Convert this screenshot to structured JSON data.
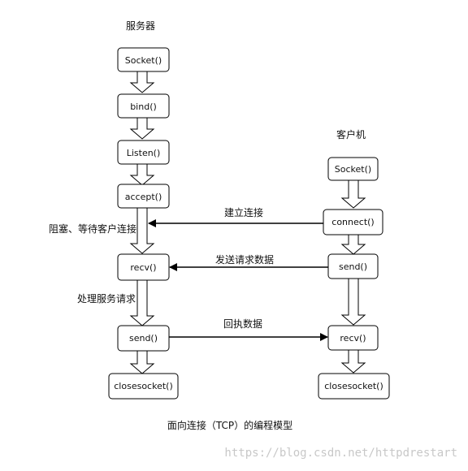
{
  "headers": {
    "server": "服务器",
    "client": "客户机"
  },
  "server_boxes": {
    "socket": "Socket()",
    "bind": "bind()",
    "listen": "Listen()",
    "accept": "accept()",
    "recv": "recv()",
    "send": "send()",
    "closesocket": "closesocket()"
  },
  "client_boxes": {
    "socket": "Socket()",
    "connect": "connect()",
    "send": "send()",
    "recv": "recv()",
    "closesocket": "closesocket()"
  },
  "labels": {
    "establish": "建立连接",
    "send_request": "发送请求数据",
    "reply": "回执数据",
    "blocking": "阻塞、等待客户连接",
    "process": "处理服务请求"
  },
  "caption": "面向连接（TCP）的编程模型",
  "watermark": "https://blog.csdn.net/httpdrestart"
}
